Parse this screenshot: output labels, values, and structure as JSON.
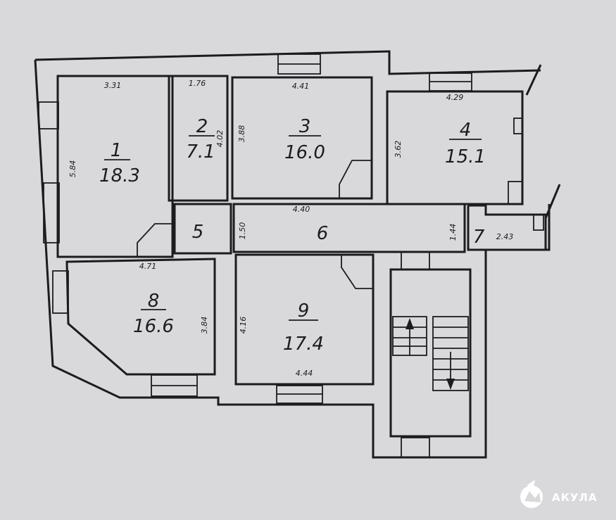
{
  "rooms": [
    {
      "number": "1",
      "area": "18.3",
      "dims": [
        "3.31",
        "5.84"
      ]
    },
    {
      "number": "2",
      "area": "7.1",
      "dims": [
        "1.76",
        "4.02"
      ]
    },
    {
      "number": "3",
      "area": "16.0",
      "dims": [
        "4.41",
        "3.88"
      ]
    },
    {
      "number": "4",
      "area": "15.1",
      "dims": [
        "4.29",
        "3.62"
      ]
    },
    {
      "number": "5"
    },
    {
      "number": "6",
      "dims": [
        "4.40",
        "1.50",
        "1.44"
      ]
    },
    {
      "number": "7",
      "dims": [
        "2.43"
      ]
    },
    {
      "number": "8",
      "area": "16.6",
      "dims": [
        "4.71",
        "3.84"
      ]
    },
    {
      "number": "9",
      "area": "17.4",
      "dims": [
        "4.16",
        "4.44"
      ]
    }
  ],
  "watermark": {
    "brand": "АКУЛА"
  }
}
